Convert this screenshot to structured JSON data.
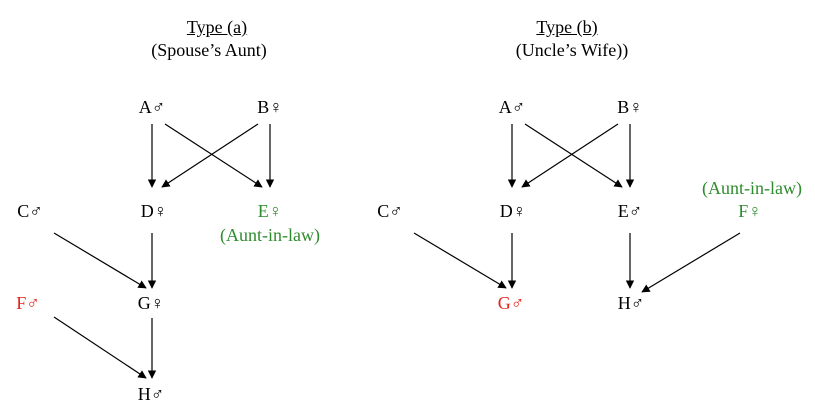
{
  "colors": {
    "default": "#000000",
    "red": "#e2231a",
    "green": "#2e8b2e"
  },
  "diagram_a": {
    "title": "Type (a)",
    "subtitle": "(Spouse’s Aunt)",
    "nodes": {
      "A": "A♂",
      "B": "B♀",
      "C": "C♂",
      "D": "D♀",
      "E": "E♀",
      "F": "F♂",
      "G": "G♀",
      "H": "H♂"
    },
    "node_colors": {
      "E": "green",
      "F": "red"
    },
    "annotations": {
      "E": "(Aunt-in-law)"
    },
    "edges": [
      [
        "A",
        "D"
      ],
      [
        "A",
        "E"
      ],
      [
        "B",
        "D"
      ],
      [
        "B",
        "E"
      ],
      [
        "C",
        "G"
      ],
      [
        "D",
        "G"
      ],
      [
        "F",
        "H"
      ],
      [
        "G",
        "H"
      ]
    ]
  },
  "diagram_b": {
    "title": "Type (b)",
    "subtitle": "(Uncle’s Wife))",
    "nodes": {
      "A": "A♂",
      "B": "B♀",
      "C": "C♂",
      "D": "D♀",
      "E": "E♂",
      "F": "F♀",
      "G": "G♂",
      "H": "H♂"
    },
    "node_colors": {
      "F": "green",
      "G": "red"
    },
    "annotations": {
      "F": "(Aunt-in-law)"
    },
    "edges": [
      [
        "A",
        "D"
      ],
      [
        "A",
        "E"
      ],
      [
        "B",
        "D"
      ],
      [
        "B",
        "E"
      ],
      [
        "C",
        "G"
      ],
      [
        "D",
        "G"
      ],
      [
        "E",
        "H"
      ],
      [
        "F",
        "H"
      ]
    ]
  }
}
